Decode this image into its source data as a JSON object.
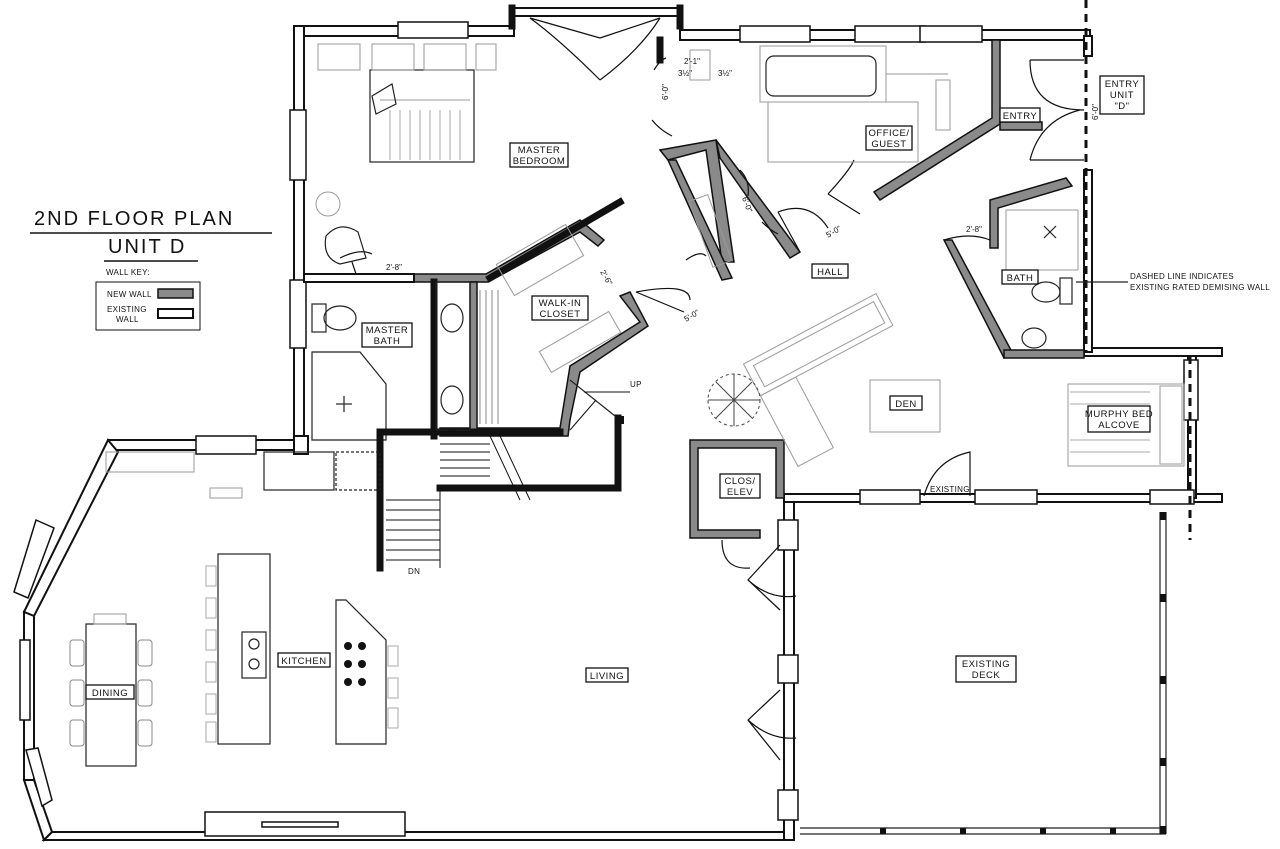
{
  "title": {
    "line1": "2ND FLOOR PLAN",
    "line2": "UNIT D"
  },
  "wall_key": {
    "heading": "WALL KEY:",
    "new_wall": "NEW WALL",
    "existing_wall_line1": "EXISTING",
    "existing_wall_line2": "WALL",
    "new_color": "#8a8a8a",
    "existing_color": "#ffffff"
  },
  "rooms": {
    "master_bedroom": [
      "MASTER",
      "BEDROOM"
    ],
    "office_guest": [
      "OFFICE/",
      "GUEST"
    ],
    "entry": "ENTRY",
    "entry_unit": [
      "ENTRY",
      "UNIT",
      "\"D\""
    ],
    "master_bath": [
      "MASTER",
      "BATH"
    ],
    "walk_in_closet": [
      "WALK-IN",
      "CLOSET"
    ],
    "hall": "HALL",
    "bath": "BATH",
    "den": "DEN",
    "murphy_bed": [
      "MURPHY BED",
      "ALCOVE"
    ],
    "clos_elev": [
      "CLOS/",
      "ELEV"
    ],
    "kitchen": "KITCHEN",
    "dining": "DINING",
    "living": "LIVING",
    "existing_deck": [
      "EXISTING",
      "DECK"
    ]
  },
  "stairs": {
    "up": "UP",
    "down": "DN"
  },
  "existing_label": "EXISTING",
  "note": {
    "line1": "DASHED LINE INDICATES",
    "line2": "EXISTING RATED DEMISING WALL"
  },
  "dimensions": {
    "d_2_1": "2'-1\"",
    "d_3h_a": "3½\"",
    "d_3h_b": "3½\"",
    "d_6_0_a": "6'-0\"",
    "d_6_0_b": "6'-0\"",
    "d_6_0_c": "6'-0\"",
    "d_2_8_a": "2'-8\"",
    "d_2_8_b": "2'-8\"",
    "d_2_6": "2'-6\"",
    "d_5_0_a": "5'-0\"",
    "d_5_0_b": "5'-0\""
  }
}
